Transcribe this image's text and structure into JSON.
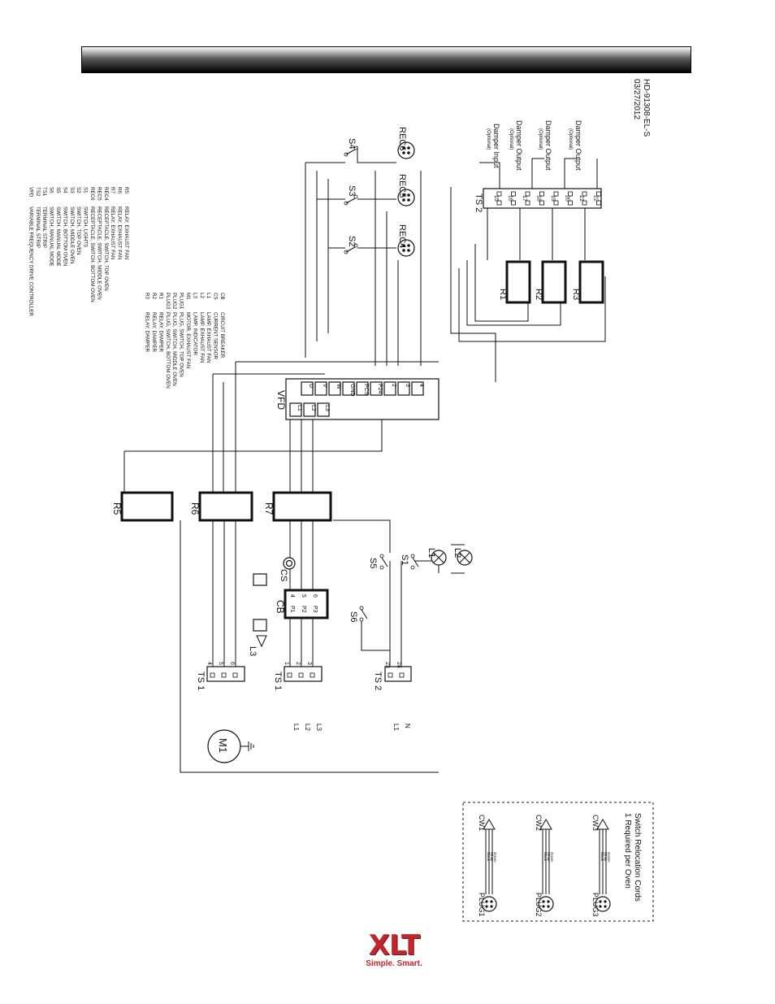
{
  "document": {
    "drawing_number": "HD-91308-EL-S",
    "date": "03/27/2012"
  },
  "legend_left": [
    {
      "code": "CB",
      "desc": "CIRCUIT BREAKER"
    },
    {
      "code": "CS",
      "desc": "CURRENT SENSOR"
    },
    {
      "code": "L1",
      "desc": "LAMP, EXHAUST FAN"
    },
    {
      "code": "L2",
      "desc": "LAMP, EXHAUST FAN"
    },
    {
      "code": "L3",
      "desc": "LAMP, INDICATOR"
    },
    {
      "code": "M1",
      "desc": "MOTOR, EXHAUST FAN"
    },
    {
      "code": "PLUG1",
      "desc": "PLUG, SWITCH, TOP OVEN"
    },
    {
      "code": "PLUG2",
      "desc": "PLUG, SWITCH, MIDDLE OVEN"
    },
    {
      "code": "PLUG3",
      "desc": "PLUG, SWITCH, BOTTOM OVEN"
    },
    {
      "code": "R1",
      "desc": "RELAY, DAMPER"
    },
    {
      "code": "R2",
      "desc": "RELAY, DAMPER"
    },
    {
      "code": "R3",
      "desc": "RELAY, DAMPER"
    }
  ],
  "legend_right": [
    {
      "code": "R5",
      "desc": "RELAY, EXHAUST FAN"
    },
    {
      "code": "R6",
      "desc": "RELAY, EXHAUST FAN"
    },
    {
      "code": "R7",
      "desc": "RELAY, EXHAUST FAN"
    },
    {
      "code": "REC4",
      "desc": "RECEPTACLE, SWITCH, TOP OVEN"
    },
    {
      "code": "REC5",
      "desc": "RECEPTACLE, SWITCH, MIDDLE OVEN"
    },
    {
      "code": "REC6",
      "desc": "RECEPTACLE, SWITCH, BOTTOM OVEN"
    },
    {
      "code": "S1",
      "desc": "SWITCH, LIGHTS"
    },
    {
      "code": "S2",
      "desc": "SWITCH, TOP OVEN"
    },
    {
      "code": "S3",
      "desc": "SWITCH, MIDDLE OVEN"
    },
    {
      "code": "S4",
      "desc": "SWITCH, BOTTOM OVEN"
    },
    {
      "code": "S5",
      "desc": "SWITCH, MANUAL MODE"
    },
    {
      "code": "S6",
      "desc": "SWITCH, MANUAL MODE"
    },
    {
      "code": "TS1",
      "desc": "TERMINAL STRIP"
    },
    {
      "code": "TS2",
      "desc": "TERMINAL STRIP"
    },
    {
      "code": "VFD",
      "desc": "VARIABLE FREQUENCY DRIVE CONTROLLER"
    }
  ],
  "components": {
    "ts2_top": "TS 2",
    "ts2_top_terms": [
      "15",
      "16",
      "17",
      "18",
      "19",
      "20",
      "21",
      "22"
    ],
    "damper_input": "Damper Input",
    "damper_output_1": "Damper Output",
    "damper_output_2": "Damper Output",
    "damper_output_3": "Damper Output",
    "damper_sub": "(Optional)",
    "rec6": "REC6",
    "rec5": "REC5",
    "rec4": "REC4",
    "s4": "S4",
    "s3": "S3",
    "s2": "S2",
    "r1": "R1",
    "r2": "R2",
    "r3": "R3",
    "vfd": "VFD",
    "vfd_top_terms": [
      "U",
      "V",
      "W",
      "GND",
      "PCS",
      "P24",
      "2",
      "3",
      "4"
    ],
    "vfd_bottom_terms": [
      "L1",
      "L2",
      "L3"
    ],
    "r5": "R5",
    "r6": "R6",
    "r7": "R7",
    "cs": "CS",
    "cb": "CB",
    "cb_terms": [
      "P1",
      "P2",
      "P3"
    ],
    "cb_terms_out": [
      "4",
      "5",
      "6"
    ],
    "s1": "S1",
    "s5": "S5",
    "s6": "S6",
    "l1": "L1",
    "l2": "L2",
    "l3": "L3",
    "m1": "M1",
    "ts1": "TS 1",
    "ts1_motor_terms": [
      "4",
      "5",
      "6"
    ],
    "ts1_line_terms": [
      "1",
      "2",
      "3"
    ],
    "ts2_bottom": "TS 2",
    "ts2_bottom_terms": [
      "23",
      "24"
    ],
    "line_labels": [
      "L1",
      "L2",
      "L3"
    ],
    "supply_labels": [
      "L1",
      "N"
    ]
  },
  "cords": {
    "caption_line1": "Switch Relocation Cords",
    "caption_line2": "1 Required per Oven",
    "items": [
      {
        "plug": "PLUG1",
        "cw": "CW1"
      },
      {
        "plug": "PLUG2",
        "cw": "CW2"
      },
      {
        "plug": "PLUG3",
        "cw": "CW3"
      }
    ],
    "wire_labels": [
      "Black",
      "White",
      "Green"
    ]
  },
  "logo": {
    "brand": "XLT",
    "tagline": "Simple. Smart."
  }
}
